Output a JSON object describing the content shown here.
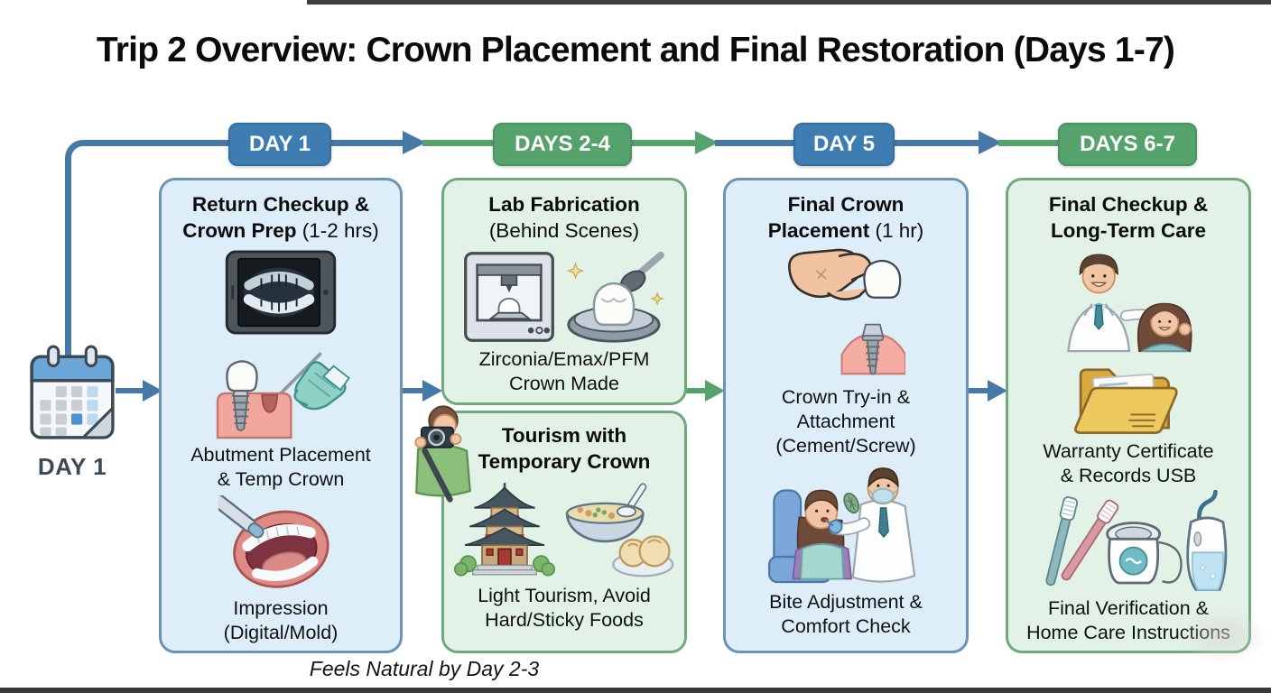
{
  "title": "Trip 2 Overview: Crown Placement and Final Restoration (Days 1-7)",
  "colors": {
    "timeline_blue": "#4779a7",
    "timeline_green": "#55a26c",
    "badge_blue": "#3e7db2",
    "badge_green": "#55a26c",
    "card_blue_bg": "#ddeef8",
    "card_blue_border": "#6c93b4",
    "card_green_bg": "#e3f2e6",
    "card_green_border": "#6fa97e",
    "day_label_color": "#3b4a55"
  },
  "timeline": {
    "badges": [
      {
        "label": "DAY 1",
        "color": "blue"
      },
      {
        "label": "DAYS 2-4",
        "color": "green"
      },
      {
        "label": "DAY 5",
        "color": "blue"
      },
      {
        "label": "DAYS 6-7",
        "color": "green"
      }
    ]
  },
  "calendar": {
    "icon": "calendar-icon",
    "label": "DAY 1"
  },
  "cards": {
    "day1": {
      "title": [
        {
          "b": "Return Checkup &"
        },
        {
          "b": "Crown Prep",
          "n": " (1-2 hrs)"
        }
      ],
      "icons": [
        "xray-tablet-icon",
        "implant-hand-icon",
        "mouth-impression-icon"
      ],
      "captions": {
        "abutment": [
          "Abutment Placement",
          "& Temp Crown"
        ],
        "impression": [
          "Impression",
          "(Digital/Mold)"
        ]
      }
    },
    "lab": {
      "title": [
        {
          "b": "Lab Fabrication"
        },
        {
          "n": "(Behind Scenes)"
        }
      ],
      "icons": [
        "crown-printer-icon",
        "crown-milling-icon"
      ],
      "captions": {
        "crown_made": [
          "Zirconia/Emax/PFM",
          "Crown Made"
        ]
      }
    },
    "tourism": {
      "title": [
        {
          "b": "Tourism with"
        },
        {
          "b": "Temporary Crown"
        }
      ],
      "icons": [
        "photographer-icon",
        "pagoda-icon",
        "food-icon"
      ],
      "captions": {
        "advice": [
          "Light Tourism, Avoid",
          "Hard/Sticky Foods"
        ]
      }
    },
    "day5": {
      "title": [
        {
          "b": "Final Crown"
        },
        {
          "b": "Placement",
          "n": " (1 hr)"
        }
      ],
      "icons": [
        "hand-crown-icon",
        "dentist-patient-icon"
      ],
      "captions": {
        "tryin": [
          "Crown Try-in &",
          "Attachment",
          "(Cement/Screw)"
        ],
        "bite": [
          "Bite Adjustment &",
          "Comfort Check"
        ]
      }
    },
    "day67": {
      "title": [
        {
          "b": "Final Checkup &"
        },
        {
          "b": "Long-Term Care"
        }
      ],
      "icons": [
        "doctor-patient-icon",
        "folder-icon",
        "hygiene-kit-icon"
      ],
      "captions": {
        "warranty": [
          "Warranty Certificate",
          "& Records USB"
        ],
        "final": [
          "Final Verification &",
          "Home Care Instructions"
        ]
      }
    }
  },
  "footnote": "Feels Natural by Day 2-3"
}
